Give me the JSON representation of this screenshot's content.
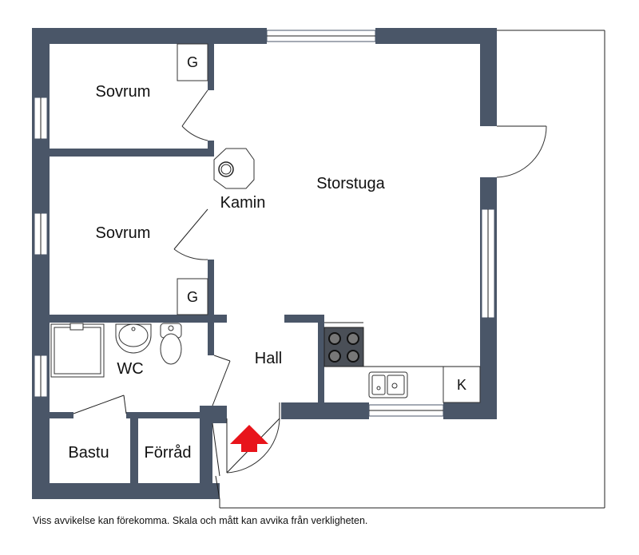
{
  "rooms": {
    "sovrum_1": "Sovrum",
    "sovrum_2": "Sovrum",
    "storstuga": "Storstuga",
    "kamin": "Kamin",
    "wc": "WC",
    "hall": "Hall",
    "bastu": "Bastu",
    "forrad": "Förråd"
  },
  "closets": {
    "g_1": "G",
    "g_2": "G",
    "k": "K"
  },
  "entrance_arrow_color": "#e8141b",
  "wall_color": "#4a5668",
  "disclaimer": "Viss avvikelse kan förekomma. Skala och mått kan avvika från verkligheten."
}
